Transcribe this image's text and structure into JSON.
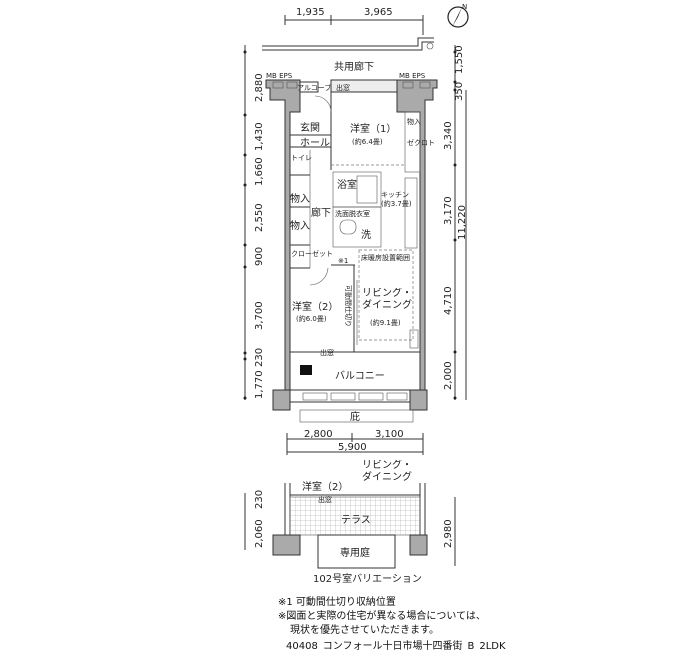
{
  "top_dims": [
    "1,935",
    "3,965"
  ],
  "left_dims": [
    "2,880",
    "1,430",
    "1,660",
    "2,550",
    "900",
    "3,700",
    "230",
    "1,770"
  ],
  "right_dims": [
    "1,550",
    "350",
    "3,340",
    "3,170",
    "4,710",
    "2,000"
  ],
  "right_total": "11,220",
  "bottom_dims": [
    "2,800",
    "3,100"
  ],
  "bottom_total": "5,900",
  "rooms": {
    "corridor": "共用廊下",
    "mb_eps_left": "MB EPS",
    "mb_eps_right": "MB EPS",
    "alcove": "アルコーブ",
    "window_top": "出窓",
    "entrance": "玄関",
    "hall": "ホール",
    "bedroom1": "洋室（1）",
    "bedroom1_size": "(約6.4畳)",
    "storage_top": "物入",
    "closet_top": "ゼクロト",
    "toilet": "トイレ",
    "bath": "浴室",
    "kitchen": "キッチン",
    "kitchen_size": "(約3.7畳)",
    "storage1": "物入",
    "hallway": "廊下",
    "storage2": "物入",
    "washroom": "洗面脱衣室",
    "washer": "洗",
    "closet": "クローゼット",
    "note_mark": "※1",
    "floor_heating": "床暖房設置範囲",
    "partition": "可動間仕切り",
    "living": "リビング・ダイニング",
    "living_size": "(約9.1畳)",
    "bedroom2": "洋室（2）",
    "bedroom2_size": "(約6.0畳)",
    "window_bottom": "出窓",
    "balcony": "バルコニー",
    "eaves": "庇"
  },
  "variation": {
    "bedroom2": "洋室（2）",
    "living": "リビング・ダイニング",
    "window": "出窓",
    "terrace": "テラス",
    "garden": "専用庭",
    "left_dims": [
      "2,060",
      "230"
    ],
    "right_dim": "2,980",
    "caption": "102号室バリエーション"
  },
  "notes": [
    "※1 可動間仕切り収納位置",
    "※図面と実際の住宅が異なる場合については、",
    "現状を優先させていただきます。"
  ],
  "footer": "40408_コンフォール十日市場十四番街_B_2LDK",
  "compass": "N"
}
